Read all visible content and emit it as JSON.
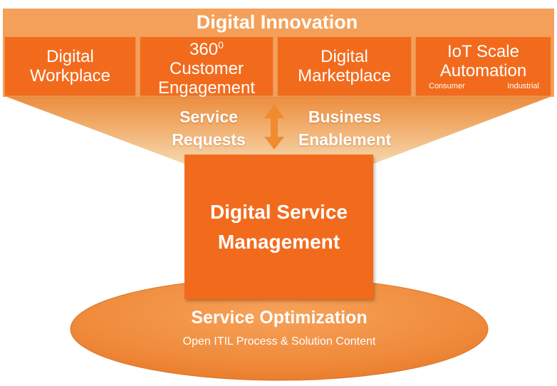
{
  "title": "Digital Innovation",
  "boxes": [
    {
      "line1": "Digital",
      "line2": "Workplace"
    },
    {
      "line1": "360",
      "sup": "0",
      "line2": "Customer",
      "line3": "Engagement"
    },
    {
      "line1": "Digital",
      "line2": "Marketplace"
    },
    {
      "line1": "IoT Scale",
      "line2": "Automation",
      "sub_left": "Consumer",
      "sub_right": "Industrial"
    }
  ],
  "left_label": {
    "line1": "Service",
    "line2": "Requests"
  },
  "right_label": {
    "line1": "Business",
    "line2": "Enablement"
  },
  "center": {
    "line1": "Digital Service",
    "line2": "Management"
  },
  "ellipse": {
    "title": "Service Optimization",
    "subtitle": "Open ITIL Process & Solution Content"
  },
  "colors": {
    "accent": "#f26b1d",
    "light": "#f8a055",
    "funnel": "#f3c98f"
  }
}
